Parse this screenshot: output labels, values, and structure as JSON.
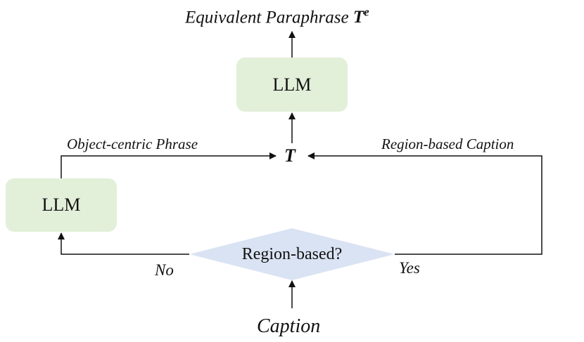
{
  "nodes": {
    "llm_top": {
      "label": "LLM"
    },
    "llm_left": {
      "label": "LLM"
    },
    "decision": {
      "label": "Region-based?"
    }
  },
  "labels": {
    "output_text": "Equivalent Paraphrase ",
    "output_symbol": "T",
    "output_superscript": "e",
    "t_symbol": "T",
    "object_centric": "Object-centric Phrase",
    "region_caption": "Region-based Caption",
    "no": "No",
    "yes": "Yes",
    "caption": "Caption"
  },
  "colors": {
    "llm_fill": "#e2efd9",
    "decision_fill": "#dae3f3",
    "line": "#111111"
  }
}
